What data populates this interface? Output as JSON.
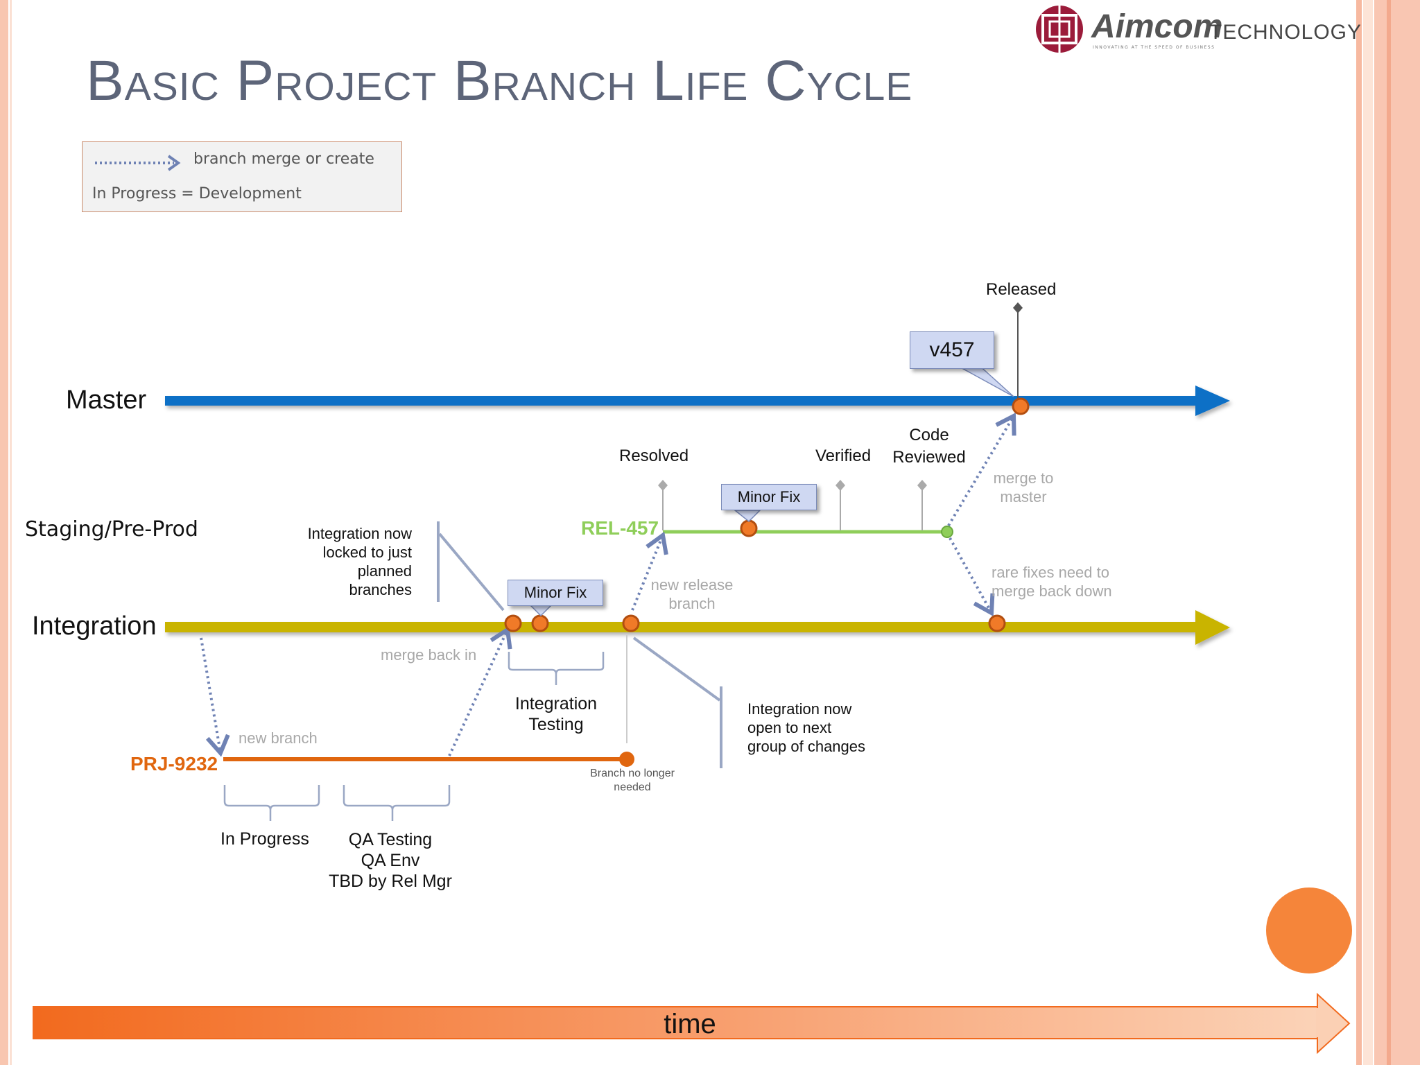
{
  "title": "Basic Project Branch Life Cycle",
  "logo": {
    "text": "Aimcom",
    "suffix": "TECHNOLOGY",
    "tagline": "INNOVATING AT THE SPEED OF BUSINESS"
  },
  "legend": {
    "arrow_label": "branch merge or create",
    "progress_label": "In Progress = Development"
  },
  "lanes": {
    "master": "Master",
    "staging": "Staging/Pre-Prod",
    "integration": "Integration"
  },
  "branches": {
    "release": "REL-457",
    "project": "PRJ-9232"
  },
  "milestones": {
    "released": "Released",
    "version": "v457",
    "resolved": "Resolved",
    "verified": "Verified",
    "code_reviewed_line1": "Code",
    "code_reviewed_line2": "Reviewed",
    "minor_fix_staging": "Minor Fix",
    "minor_fix_integration": "Minor Fix"
  },
  "annotations": {
    "merge_to_master_1": "merge to",
    "merge_to_master_2": "master",
    "rare_fixes_1": "rare fixes need to",
    "rare_fixes_2": "merge back down",
    "new_release_1": "new release",
    "new_release_2": "branch",
    "merge_back_in": "merge back in",
    "new_branch": "new branch",
    "locked_1": "Integration now",
    "locked_2": "locked to just",
    "locked_3": "planned",
    "locked_4": "branches",
    "open_1": "Integration now",
    "open_2": "open to next",
    "open_3": "group of changes",
    "integration_testing_1": "Integration",
    "integration_testing_2": "Testing",
    "branch_no_longer_1": "Branch no longer",
    "branch_no_longer_2": "needed",
    "in_progress": "In Progress",
    "qa_1": "QA Testing",
    "qa_2": "QA Env",
    "qa_3": "TBD by Rel Mgr"
  },
  "timeline": {
    "label": "time"
  },
  "colors": {
    "master": "#0f6fc6",
    "integration": "#c9b400",
    "release": "#8fce5a",
    "project": "#e0660f",
    "node": "#f07a28",
    "dotted": "#6f82b4",
    "time_arrow": "#f5853a"
  }
}
